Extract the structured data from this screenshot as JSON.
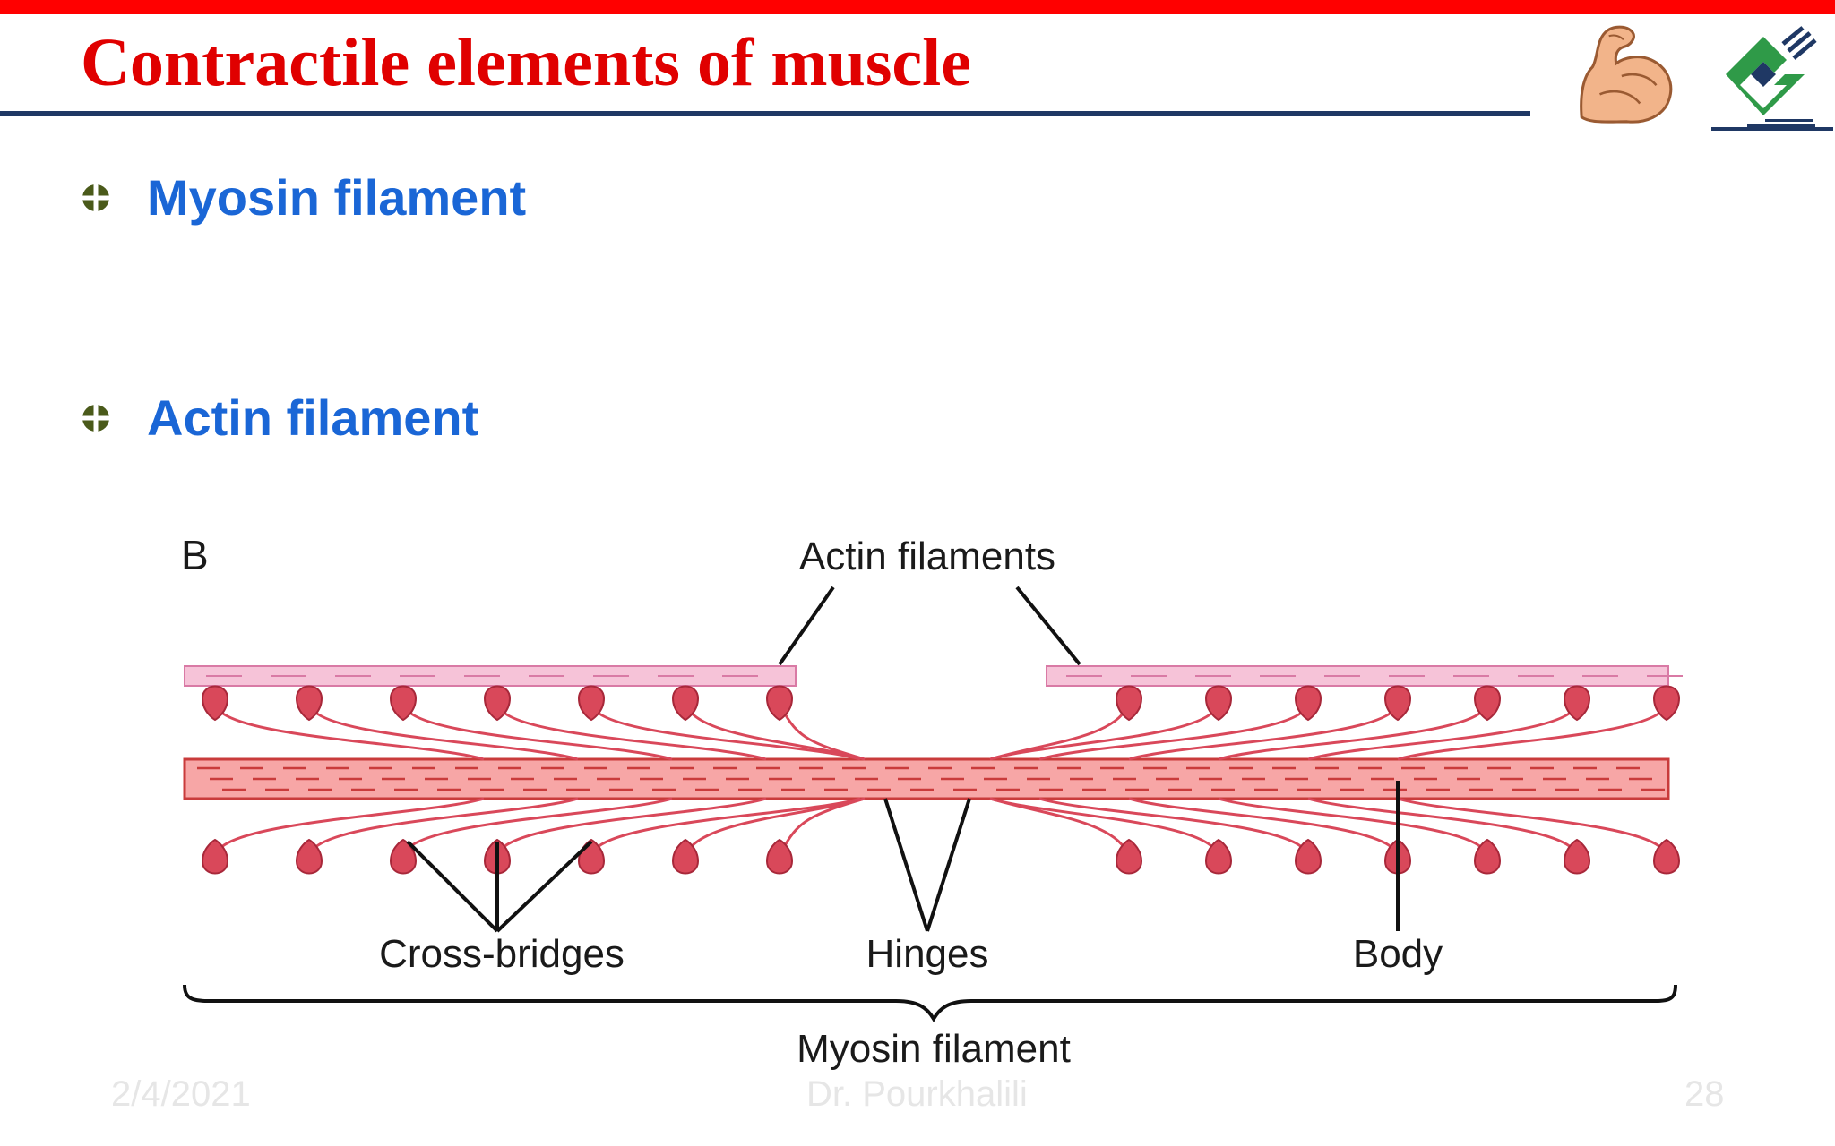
{
  "slide": {
    "title": "Contractile elements of muscle",
    "colors": {
      "title": "#e00000",
      "top_bar": "#ff0000",
      "rule": "#1f3864",
      "bullet_text": "#1a66d6",
      "bullet_icon": "#4a5a1a"
    },
    "logos": {
      "left": "flexed-arm-icon",
      "right": "university-emblem-icon"
    },
    "bullets": [
      {
        "icon": "cross-circle-bullet-icon",
        "text": "Myosin filament"
      },
      {
        "icon": "cross-circle-bullet-icon",
        "text": "Actin filament"
      }
    ]
  },
  "figure": {
    "panel_letter": "B",
    "labels": {
      "actin": "Actin filaments",
      "cross_bridges": "Cross-bridges",
      "hinges": "Hinges",
      "body": "Body",
      "myosin": "Myosin filament"
    },
    "colors": {
      "actin_fill": "#f6c3d8",
      "actin_stroke": "#d97aa5",
      "myosin_fill": "#f7a6a6",
      "myosin_stroke": "#c93b3b",
      "head": "#d9485a",
      "leader": "#111111"
    }
  },
  "footer": {
    "date": "2/4/2021",
    "author": "Dr. Pourkhalili",
    "page": "28"
  }
}
